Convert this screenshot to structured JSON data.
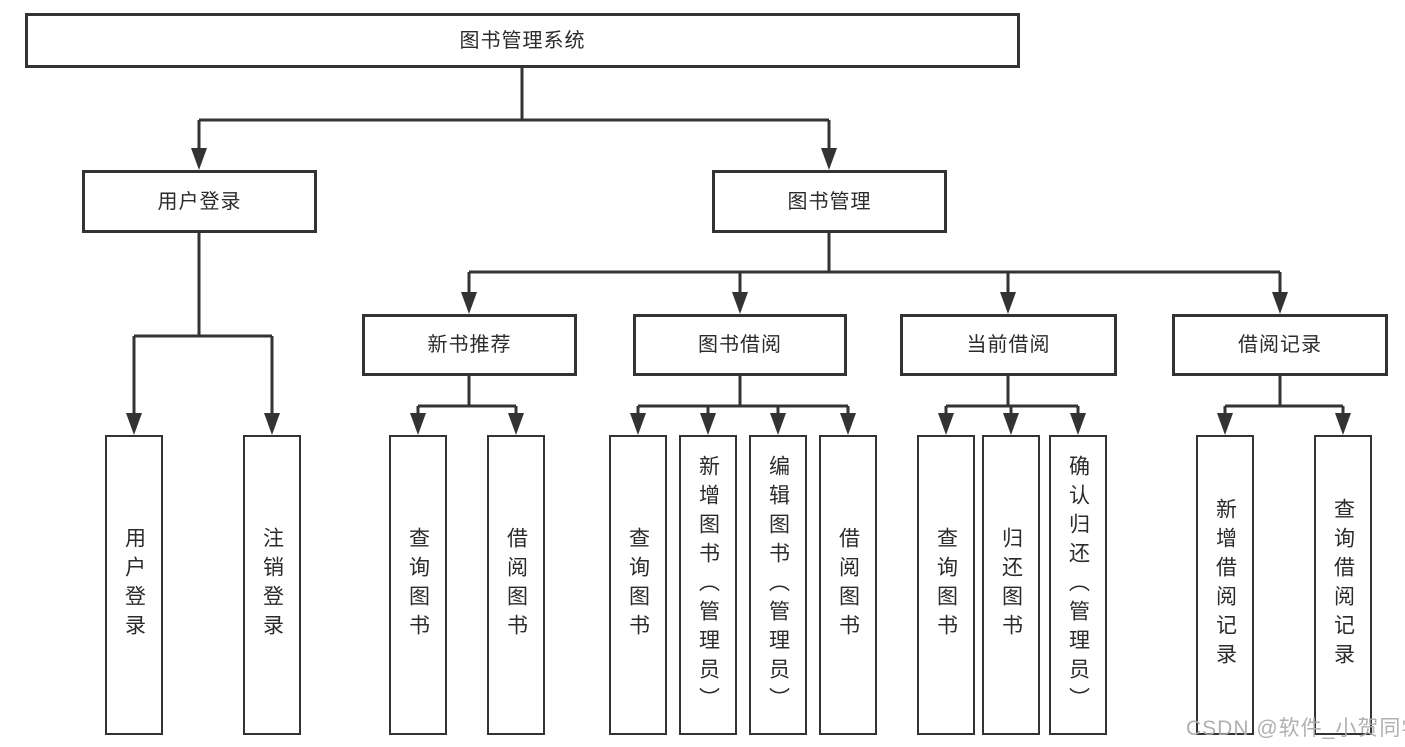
{
  "tree": {
    "id": "library-management-system",
    "label": "图书管理系统",
    "children": [
      {
        "id": "user-login",
        "label": "用户登录",
        "children": [
          {
            "id": "user-login-action",
            "label": "用户登录"
          },
          {
            "id": "logout-action",
            "label": "注销登录"
          }
        ]
      },
      {
        "id": "book-management",
        "label": "图书管理",
        "children": [
          {
            "id": "new-book-recommendation",
            "label": "新书推荐",
            "children": [
              {
                "id": "recommend-query-book",
                "label": "查询图书"
              },
              {
                "id": "recommend-borrow-book",
                "label": "借阅图书"
              }
            ]
          },
          {
            "id": "book-borrowing",
            "label": "图书借阅",
            "children": [
              {
                "id": "borrowing-query-book",
                "label": "查询图书"
              },
              {
                "id": "borrowing-add-book-admin",
                "label": "新增图书（管理员）"
              },
              {
                "id": "borrowing-edit-book-admin",
                "label": "编辑图书（管理员）"
              },
              {
                "id": "borrowing-borrow-book",
                "label": "借阅图书"
              }
            ]
          },
          {
            "id": "current-borrowing",
            "label": "当前借阅",
            "children": [
              {
                "id": "current-query-book",
                "label": "查询图书"
              },
              {
                "id": "current-return-book",
                "label": "归还图书"
              },
              {
                "id": "current-confirm-return-admin",
                "label": "确认归还（管理员）"
              }
            ]
          },
          {
            "id": "borrowing-records",
            "label": "借阅记录",
            "children": [
              {
                "id": "records-add-borrow-record",
                "label": "新增借阅记录"
              },
              {
                "id": "records-query-borrow-record",
                "label": "查询借阅记录"
              }
            ]
          }
        ]
      }
    ]
  },
  "watermark": "CSDN @软件_小贺同学",
  "colors": {
    "line": "#333333",
    "box_border": "#333333",
    "text": "#2b2b2b",
    "watermark": "#acacac",
    "background": "#ffffff"
  }
}
